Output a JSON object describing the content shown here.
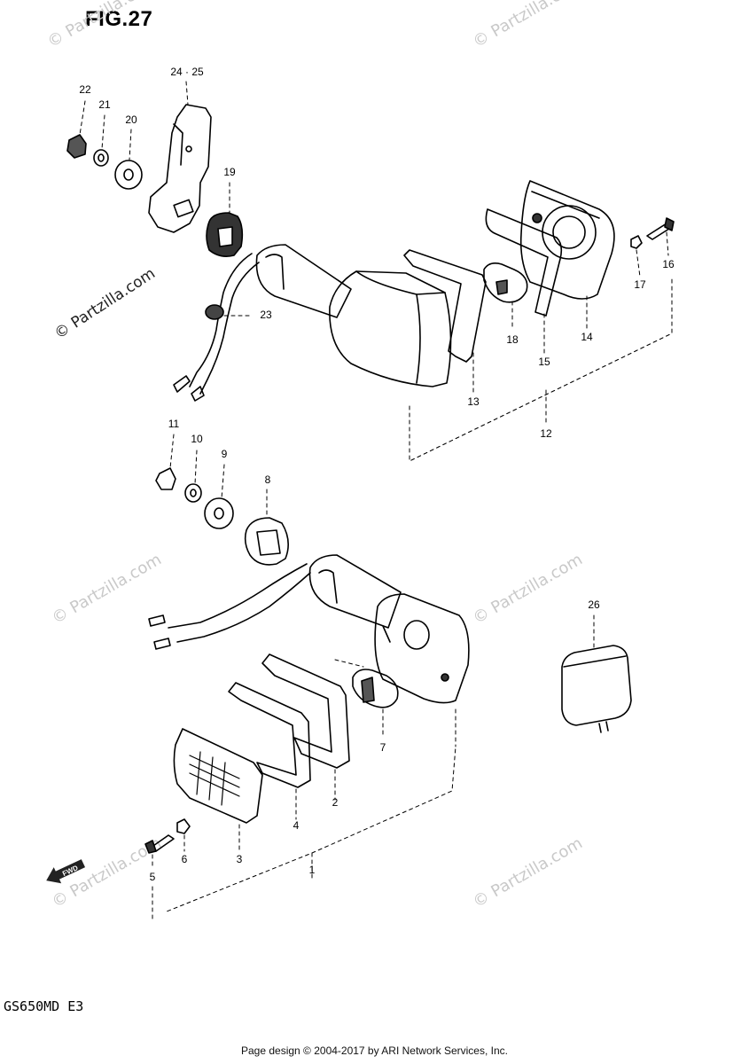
{
  "figure": {
    "title": "FIG.27",
    "model": "GS650MD  E3"
  },
  "footer": {
    "text": "Page design © 2004-2017 by ARI Network Services, Inc."
  },
  "watermark": {
    "text": "© Partzilla.com"
  },
  "callouts": [
    "24 · 25",
    "22",
    "21",
    "20",
    "19",
    "23",
    "13",
    "18",
    "15",
    "14",
    "17",
    "16",
    "12",
    "11",
    "10",
    "9",
    "8",
    "26",
    "7",
    "2",
    "4",
    "3",
    "6",
    "5",
    "1"
  ],
  "front_arrow": {
    "icon": "front-direction-arrow-icon"
  }
}
